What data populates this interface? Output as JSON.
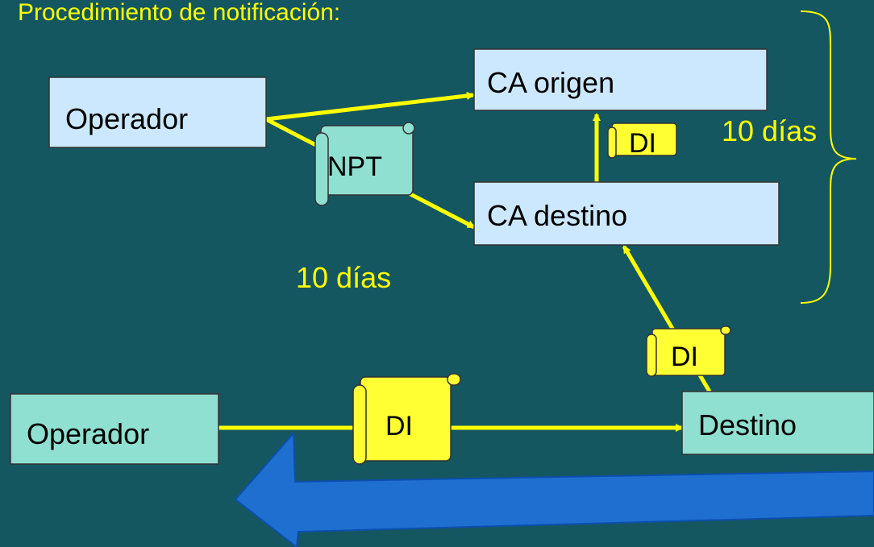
{
  "title": "Procedimiento de notificación:",
  "nodes": {
    "operador_top": "Operador",
    "ca_origen": "CA origen",
    "ca_destino": "CA destino",
    "operador_bottom": "Operador",
    "destino": "Destino"
  },
  "documents": {
    "npt": "NPT",
    "di_upper": "DI",
    "di_middle": "DI",
    "di_bottom": "DI"
  },
  "labels": {
    "days_right": "10 días",
    "days_left": "10 días"
  },
  "colors": {
    "background": "#145761",
    "text_accent": "#ffff00",
    "box_light_blue": "#cce8ff",
    "box_teal": "#8fe0d0",
    "doc_yellow": "#ffff33",
    "arrow_blue": "#1f6fd0"
  }
}
